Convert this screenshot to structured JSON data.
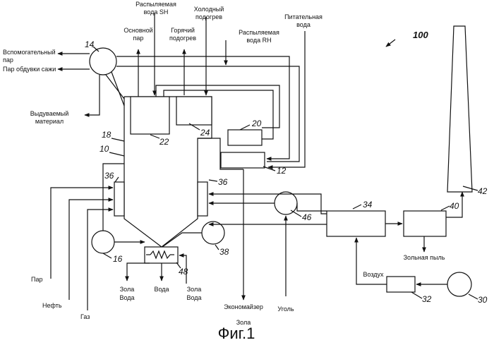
{
  "labels": {
    "spray_sh": [
      "Распыляемая",
      "вода SH"
    ],
    "cold_reheat": [
      "Холодный",
      "подогрев"
    ],
    "feed_water": [
      "Питательная",
      "вода"
    ],
    "main_steam": [
      "Основной",
      "пар"
    ],
    "hot_reheat": [
      "Горячий",
      "подогрев"
    ],
    "spray_rh": [
      "Распыляемая",
      "вода RH"
    ],
    "aux_steam": [
      "Вспомогательный",
      "пар"
    ],
    "soot_blow": "Пар обдувки сажи",
    "blown_material": [
      "Выдуваемый",
      "материал"
    ],
    "steam": "Пар",
    "oil": "Нефть",
    "gas": "Газ",
    "ash_water_left": [
      "Зола",
      "Вода"
    ],
    "water": "Вода",
    "ash_water_right": [
      "Зола",
      "Вода"
    ],
    "economizer_ash": [
      "Экономайзер",
      "Зола"
    ],
    "coal": "Уголь",
    "fly_ash": "Зольная пыль",
    "air": "Воздух"
  },
  "numbers": {
    "n100": "100",
    "n14": "14",
    "n18": "18",
    "n10": "10",
    "n36a": "36",
    "n36b": "36",
    "n16": "16",
    "n48": "48",
    "n38": "38",
    "n22": "22",
    "n24": "24",
    "n20": "20",
    "n12": "12",
    "n46": "46",
    "n34": "34",
    "n40": "40",
    "n42": "42",
    "n32": "32",
    "n30": "30"
  },
  "caption": "Фиг.1"
}
